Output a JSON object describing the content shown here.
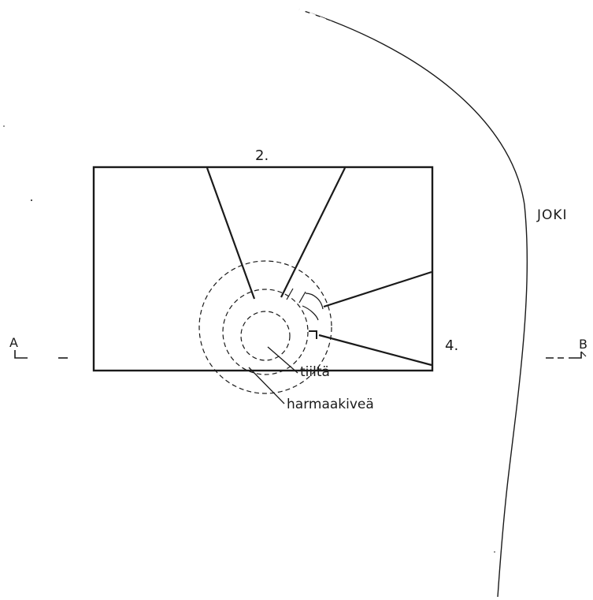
{
  "drawing": {
    "side_top_label": "2.",
    "side_right_label": "4.",
    "river_label": "JOKI",
    "section_left_label": "A",
    "section_right_label": "B",
    "note_inner_label": "tiiltä",
    "note_outer_label": "harmaakiveä"
  },
  "colors": {
    "ink": "#1a1a1a",
    "paper": "#ffffff"
  }
}
